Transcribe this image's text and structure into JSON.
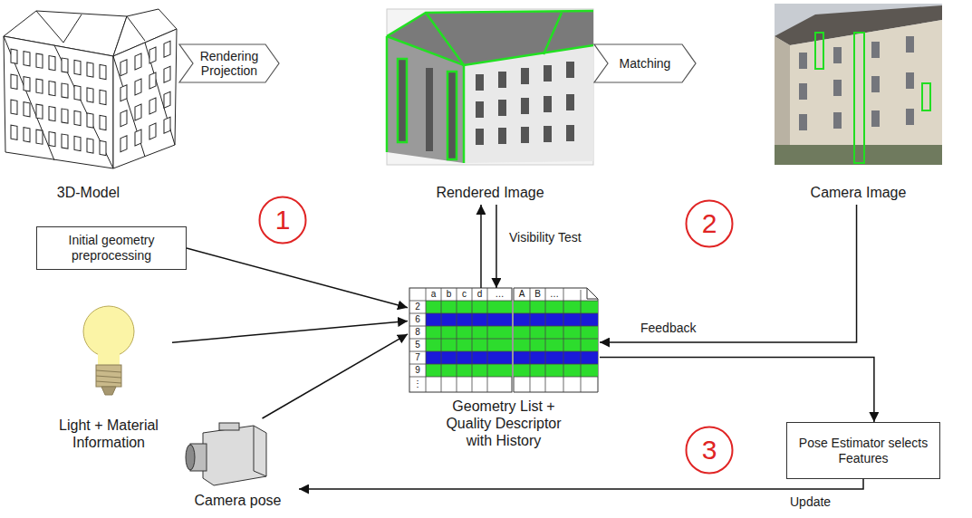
{
  "diagram": {
    "nodes": [
      {
        "text": [
          "3D-Model"
        ]
      },
      {
        "text": [
          "Rendering Projection"
        ]
      },
      {
        "text": [
          "Rendered Image"
        ]
      },
      {
        "text": [
          "Matching"
        ]
      },
      {
        "text": [
          "Camera Image"
        ]
      },
      {
        "text": [
          "1"
        ]
      },
      {
        "text": [
          "2"
        ]
      },
      {
        "text": [
          "Initial geometry preprocessing"
        ]
      },
      {
        "text": [
          "Geometry List + Quality Descriptor with History"
        ]
      },
      {
        "text": [
          "Light + Material Information"
        ]
      },
      {
        "text": [
          "3"
        ]
      },
      {
        "text": [
          "Pose Estimator selects Features"
        ]
      },
      {
        "text": [
          "Camera pose"
        ]
      }
    ],
    "edges": [
      {
        "from": 7,
        "to": 8,
        "arrow": "to"
      },
      {
        "from": 9,
        "to": 8,
        "arrow": "to"
      },
      {
        "from": 12,
        "to": 8,
        "arrow": "to"
      },
      {
        "from": 8,
        "to": 2,
        "arrow": "to"
      },
      {
        "from": 2,
        "to": 8,
        "label": "Visibility Test",
        "arrow": "to"
      },
      {
        "from": 4,
        "to": 8,
        "label": "Feedback",
        "arrow": "to"
      },
      {
        "from": 8,
        "to": 11,
        "arrow": "to"
      },
      {
        "from": 11,
        "to": 12,
        "label": "Update",
        "arrow": "to"
      }
    ],
    "labels": [
      "a",
      "b",
      "c",
      "d",
      "…",
      "A",
      "B",
      "…",
      "2",
      "6",
      "8",
      "5",
      "7",
      "9",
      "⋮"
    ]
  }
}
